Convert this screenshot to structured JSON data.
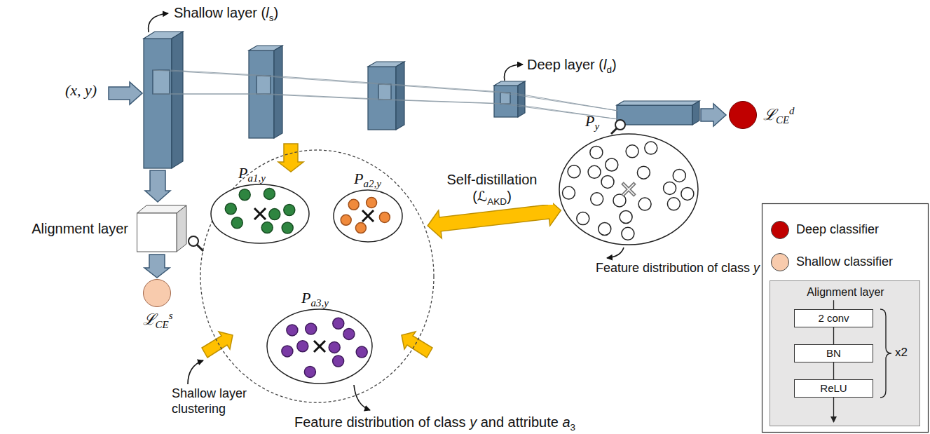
{
  "diagram": {
    "nodes": [
      {
        "text": [
          "Alignment layer"
        ]
      },
      {
        "text": [
          "ℒCEs"
        ]
      },
      {
        "text": [
          "Shallow layer clustering"
        ]
      },
      {
        "text": [
          "Pa1,y"
        ],
        "in": 2
      },
      {
        "text": [
          "Pa2,y"
        ],
        "in": 2
      },
      {
        "text": [
          "Pa3,y"
        ],
        "in": 2
      },
      {
        "text": [
          "Py"
        ]
      },
      {
        "text": [
          "ℒCEd"
        ]
      },
      {
        "text": [
          "Alignment layer"
        ]
      },
      {
        "text": [
          "2 conv"
        ],
        "in": 8
      },
      {
        "text": [
          "BN"
        ],
        "in": 8
      },
      {
        "text": [
          "ReLU"
        ],
        "in": 8
      }
    ],
    "edges": [
      {
        "from": 0,
        "to": 1,
        "arrow": "to"
      },
      {
        "from": 2,
        "to": 6,
        "arrow": "both",
        "label": "Self-distillation (ℒAKD)"
      },
      {
        "from": 9,
        "to": 10,
        "arrow": "none"
      },
      {
        "from": 10,
        "to": 11,
        "arrow": "none"
      }
    ],
    "labels": [
      "(x, y)",
      "Shallow layer (ls)",
      "Deep layer (ld)",
      "Feature distribution of class y and attribute a3",
      "Feature distribution of class y",
      "x2"
    ],
    "legend": [
      {
        "text": "Deep classifier",
        "color": "#c00000"
      },
      {
        "text": "Shallow classifier",
        "color": "#f8cbad"
      }
    ]
  }
}
